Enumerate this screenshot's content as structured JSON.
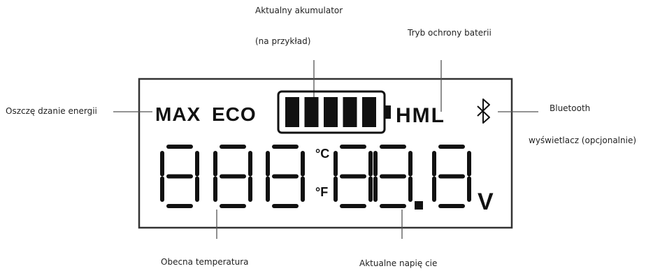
{
  "callouts": {
    "battery_level": "Aktualny akumulator",
    "battery_level_example": "(na przykład)",
    "battery_protection": "Tryb ochrony baterii",
    "energy_saving": "Oszczę  dzanie energii",
    "bluetooth": "Bluetooth",
    "bluetooth_display": "wyświetlacz (opcjonalnie)",
    "temperature": "Obecna temperatura",
    "voltage": "Aktualne napię  cie"
  },
  "lcd": {
    "max_label": "MAX",
    "eco_label": "ECO",
    "hml_label": "HML",
    "celsius_label": "°C",
    "fahrenheit_label": "°F",
    "volt_label": "V",
    "battery_bars": 5,
    "bluetooth_icon": "bluetooth-icon",
    "temperature_digits": "888",
    "voltage_digits": "88.8"
  },
  "colors": {
    "ink": "#111111",
    "line": "#555555",
    "frame": "#333333"
  }
}
